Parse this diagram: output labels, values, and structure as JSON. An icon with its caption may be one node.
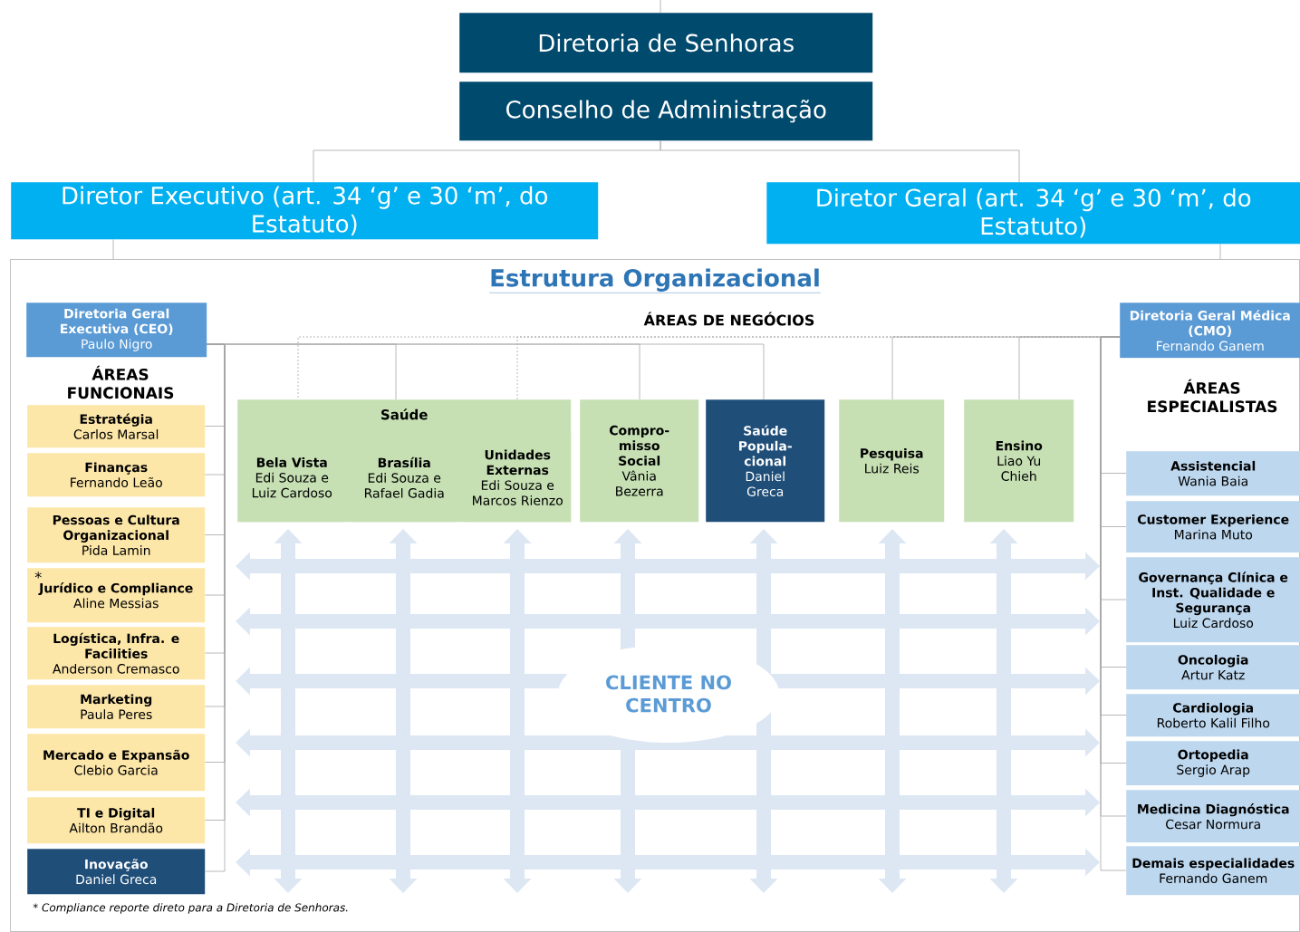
{
  "diagram": {
    "nodes": [
      {
        "text": [
          "Diretoria de Senhoras"
        ]
      },
      {
        "text": [
          "Conselho de Administração"
        ]
      },
      {
        "text": [
          "Diretor Executivo (art. 34 ‘g’ e 30 ‘m’, do Estatuto)"
        ]
      },
      {
        "text": [
          "Diretor Geral (art. 34 ‘g’ e 30 ‘m’, do Estatuto)"
        ]
      },
      {
        "text": [
          "Estrutura Organizacional"
        ]
      },
      {
        "text": [
          "Diretoria Geral Executiva (CEO)",
          "Paulo Nigro"
        ],
        "in": 4
      },
      {
        "text": [
          "Estratégia",
          "Carlos Marsal"
        ],
        "in": 4
      },
      {
        "text": [
          "Finanças",
          "Fernando Leão"
        ],
        "in": 4
      },
      {
        "text": [
          "Pessoas e Cultura Organizacional",
          "Pida Lamin"
        ],
        "in": 4
      },
      {
        "text": [
          "*",
          "Jurídico e Compliance",
          "Aline Messias"
        ],
        "in": 4
      },
      {
        "text": [
          "Logística, Infra. e Facilities",
          "Anderson Cremasco"
        ],
        "in": 4
      },
      {
        "text": [
          "Marketing",
          "Paula Peres"
        ],
        "in": 4
      },
      {
        "text": [
          "Mercado e Expansão",
          "Clebio Garcia"
        ],
        "in": 4
      },
      {
        "text": [
          "TI e Digital",
          "Ailton Brandão"
        ],
        "in": 4
      },
      {
        "text": [
          "Inovação",
          "Daniel Greca"
        ],
        "in": 4
      },
      {
        "text": [
          "Diretoria Geral Médica (CMO)",
          "Fernando Ganem"
        ],
        "in": 4
      },
      {
        "text": [
          "Saúde"
        ],
        "in": 4
      },
      {
        "text": [
          "Bela Vista",
          "Edi Souza e Luiz Cardoso"
        ],
        "in": 16
      },
      {
        "text": [
          "Brasília",
          "Edi Souza e Rafael Gadia"
        ],
        "in": 16
      },
      {
        "text": [
          "Unidades Externas",
          "Edi Souza e Marcos Rienzo"
        ],
        "in": 16
      },
      {
        "text": [
          "Compro-misso Social",
          "Vânia Bezerra"
        ],
        "in": 4
      },
      {
        "text": [
          "Saúde Popula-cional",
          "Daniel Greca"
        ],
        "in": 4
      },
      {
        "text": [
          "Pesquisa",
          "Luiz Reis"
        ],
        "in": 4
      },
      {
        "text": [
          "Ensino",
          "Liao Yu Chieh"
        ],
        "in": 4
      },
      {
        "text": [
          "Assistencial",
          "Wania Baia"
        ],
        "in": 4
      },
      {
        "text": [
          "Customer Experience",
          "Marina Muto"
        ],
        "in": 4
      },
      {
        "text": [
          "Governança Clínica e Inst. Qualidade e Segurança",
          "Luiz Cardoso"
        ],
        "in": 4
      },
      {
        "text": [
          "Oncologia",
          "Artur Katz"
        ],
        "in": 4
      },
      {
        "text": [
          "Cardiologia",
          "Roberto Kalil Filho"
        ],
        "in": 4
      },
      {
        "text": [
          "Ortopedia",
          "Sergio Arap"
        ],
        "in": 4
      },
      {
        "text": [
          "Medicina Diagnóstica",
          "Cesar Normura"
        ],
        "in": 4
      },
      {
        "text": [
          "Demais especialidades",
          "Fernando Ganem"
        ],
        "in": 4
      }
    ],
    "edges": [
      {
        "from": null,
        "to": 0,
        "arrow": "none"
      },
      {
        "from": 1,
        "to": 2,
        "arrow": "none"
      },
      {
        "from": 1,
        "to": 3,
        "arrow": "none"
      },
      {
        "from": 2,
        "to": 4,
        "arrow": "none"
      },
      {
        "from": 3,
        "to": 4,
        "arrow": "none"
      },
      {
        "from": 5,
        "to": 6,
        "arrow": "none"
      },
      {
        "from": 5,
        "to": 7,
        "arrow": "none"
      },
      {
        "from": 5,
        "to": 8,
        "arrow": "none"
      },
      {
        "from": 5,
        "to": 9,
        "arrow": "none"
      },
      {
        "from": 5,
        "to": 10,
        "arrow": "none"
      },
      {
        "from": 5,
        "to": 11,
        "arrow": "none"
      },
      {
        "from": 5,
        "to": 12,
        "arrow": "none"
      },
      {
        "from": 5,
        "to": 13,
        "arrow": "none"
      },
      {
        "from": 5,
        "to": 14,
        "arrow": "none"
      },
      {
        "from": 5,
        "to": 18,
        "arrow": "none"
      },
      {
        "from": 5,
        "to": 20,
        "arrow": "none"
      },
      {
        "from": 5,
        "to": 21,
        "arrow": "none"
      },
      {
        "from": 15,
        "to": 17,
        "arrow": "none",
        "style": "dashed"
      },
      {
        "from": 15,
        "to": 19,
        "arrow": "none",
        "style": "dashed"
      },
      {
        "from": 15,
        "to": 22,
        "arrow": "none"
      },
      {
        "from": 15,
        "to": 23,
        "arrow": "none"
      },
      {
        "from": 15,
        "to": 24,
        "arrow": "none"
      },
      {
        "from": 15,
        "to": 25,
        "arrow": "none"
      },
      {
        "from": 15,
        "to": 26,
        "arrow": "none"
      },
      {
        "from": 15,
        "to": 27,
        "arrow": "none"
      },
      {
        "from": 15,
        "to": 28,
        "arrow": "none"
      },
      {
        "from": 15,
        "to": 29,
        "arrow": "none"
      },
      {
        "from": 15,
        "to": 30,
        "arrow": "none"
      },
      {
        "from": 15,
        "to": 31,
        "arrow": "none"
      }
    ],
    "labels": [
      "ÁREAS DE NEGÓCIOS",
      "ÁREAS FUNCIONAIS",
      "ÁREAS ESPECIALISTAS",
      "CLIENTE NO CENTRO",
      "* Compliance reporte direto para a Diretoria de Senhoras."
    ]
  }
}
